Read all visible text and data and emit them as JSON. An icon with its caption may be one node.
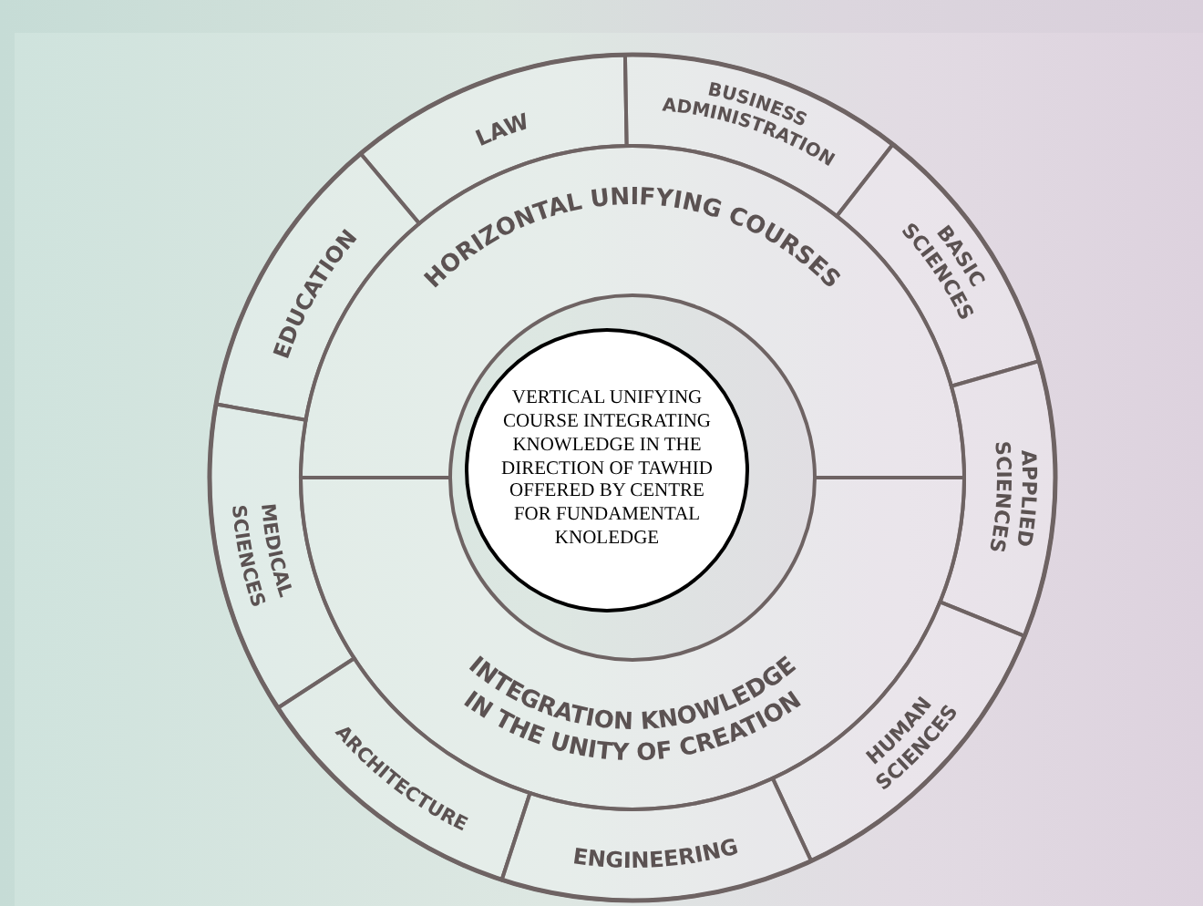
{
  "diagram": {
    "nodes": [
      {
        "text": [
          "LAW"
        ]
      },
      {
        "text": [
          "BUSINESS ADMINISTRATION"
        ]
      },
      {
        "text": [
          "EDUCATION"
        ]
      },
      {
        "text": [
          "BASIC SCIENCES"
        ]
      },
      {
        "text": [
          "HORIZONTAL UNIFYING COURSES"
        ]
      },
      {
        "text": [
          "VERTICAL UNIFYING COURSE INTEGRATING KNOWLEDGE IN THE DIRECTION OF TAWHID OFFERED BY CENTRE FOR FUNDAMENTAL KNOLEDGE"
        ]
      },
      {
        "text": [
          "APPLIED SCIENCES"
        ]
      },
      {
        "text": [
          "MEDICAL SCIENCES"
        ]
      },
      {
        "text": [
          "INTEGRATION KNOWLEDGE IN THE UNITY OF CREATION"
        ]
      },
      {
        "text": [
          "HUMAN SCIENCES"
        ]
      },
      {
        "text": [
          "ARCHITECTURE"
        ]
      },
      {
        "text": [
          "ENGINEERING"
        ]
      }
    ]
  }
}
